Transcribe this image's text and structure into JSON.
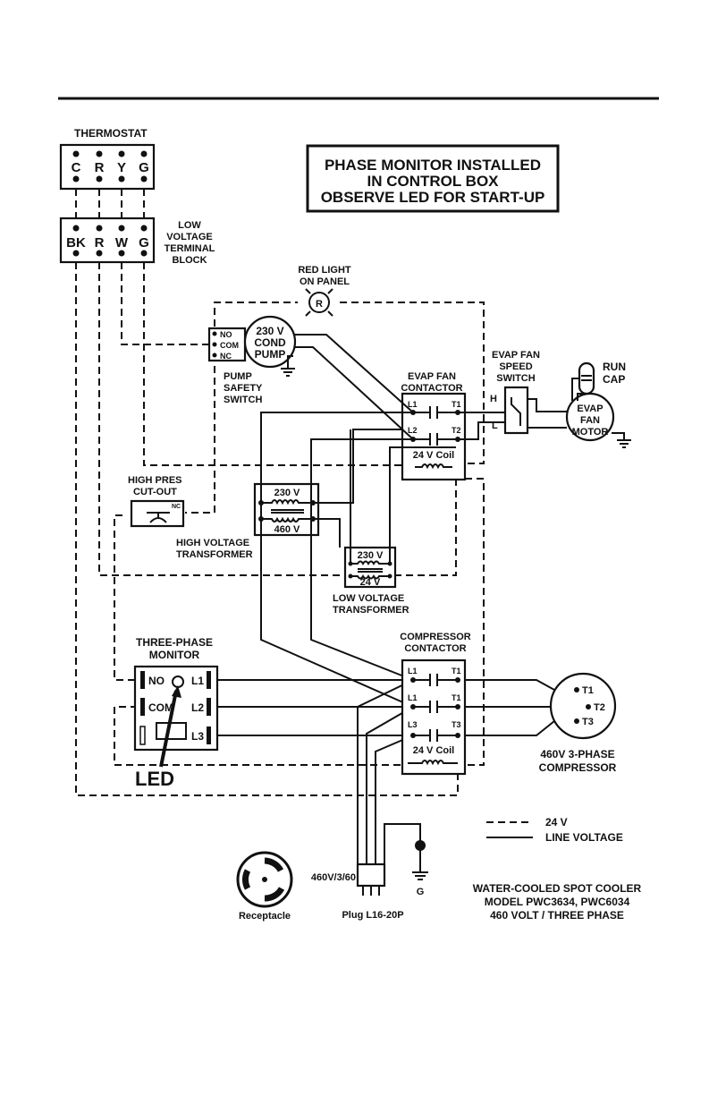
{
  "notice": {
    "line1": "PHASE MONITOR INSTALLED",
    "line2": "IN CONTROL BOX",
    "line3": "OBSERVE LED FOR START-UP"
  },
  "thermostat": {
    "title": "THERMOSTAT",
    "terminals": [
      "C",
      "R",
      "Y",
      "G"
    ]
  },
  "terminal_block": {
    "terminals": [
      "BK",
      "R",
      "W",
      "G"
    ],
    "label1": "LOW",
    "label2": "VOLTAGE",
    "label3": "TERMINAL",
    "label4": "BLOCK"
  },
  "red_light": {
    "line1": "RED LIGHT",
    "line2": "ON  PANEL",
    "symbol": "R"
  },
  "pump_switch": {
    "no": "NO",
    "com": "COM",
    "nc": "NC",
    "label1": "PUMP",
    "label2": "SAFETY",
    "label3": "SWITCH"
  },
  "cond_pump": {
    "line1": "230 V",
    "line2": "COND",
    "line3": "PUMP"
  },
  "evap_contactor": {
    "label1": "EVAP FAN",
    "label2": "CONTACTOR",
    "l1": "L1",
    "t1": "T1",
    "l2": "L2",
    "t2": "T2",
    "coil": "24 V Coil"
  },
  "speed_switch": {
    "label1": "EVAP FAN",
    "label2": "SPEED",
    "label3": "SWITCH",
    "h": "H",
    "l": "L"
  },
  "run_cap": {
    "line1": "RUN",
    "line2": "CAP"
  },
  "evap_motor": {
    "line1": "EVAP",
    "line2": "FAN",
    "line3": "MOTOR"
  },
  "high_pres": {
    "line1": "HIGH PRES",
    "line2": "CUT-OUT",
    "nc": "NC"
  },
  "hv_transformer": {
    "top": "230 V",
    "bottom": "460 V",
    "label1": "HIGH VOLTAGE",
    "label2": "TRANSFORMER"
  },
  "lv_transformer": {
    "top": "230 V",
    "bottom": "24 V",
    "label1": "LOW VOLTAGE",
    "label2": "TRANSFORMER"
  },
  "monitor": {
    "label1": "THREE-PHASE",
    "label2": "MONITOR",
    "no": "NO",
    "com": "COM",
    "l1": "L1",
    "l2": "L2",
    "l3": "L3",
    "led": "LED"
  },
  "comp_contactor": {
    "label1": "COMPRESSOR",
    "label2": "CONTACTOR",
    "l1a": "L1",
    "t1a": "T1",
    "l1b": "L1",
    "t1b": "T1",
    "l3": "L3",
    "t3": "T3",
    "coil": "24 V Coil"
  },
  "compressor": {
    "t1": "T1",
    "t2": "T2",
    "t3": "T3",
    "label1": "460V   3-PHASE",
    "label2": "COMPRESSOR"
  },
  "legend": {
    "dashed": "24 V",
    "solid": "LINE VOLTAGE"
  },
  "plug": {
    "rating": "460V/3/60",
    "label": "Plug L16-20P",
    "ground": "G"
  },
  "receptacle": {
    "label": "Receptacle"
  },
  "model": {
    "line1": "WATER-COOLED SPOT COOLER",
    "line2": "MODEL PWC3634, PWC6034",
    "line3": "460 VOLT / THREE PHASE"
  }
}
